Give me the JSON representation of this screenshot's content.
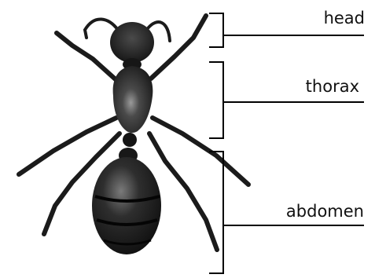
{
  "diagram": {
    "subject": "ant",
    "parts": [
      {
        "id": "head",
        "label": "head"
      },
      {
        "id": "thorax",
        "label": "thorax"
      },
      {
        "id": "abdomen",
        "label": "abdomen"
      }
    ]
  },
  "colors": {
    "body": "#1b1b1b",
    "highlight": "#8a8a8a",
    "line": "#000000"
  }
}
